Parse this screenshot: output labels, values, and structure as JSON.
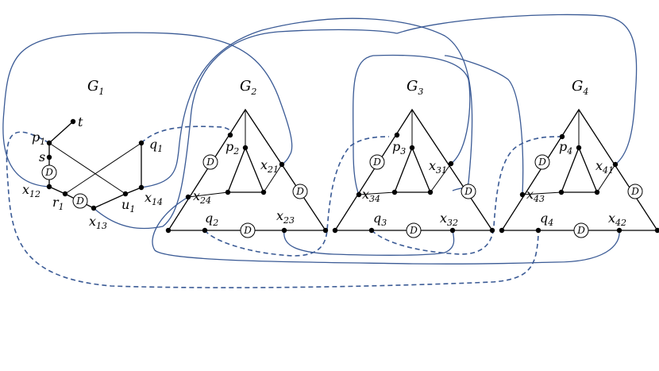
{
  "graphs": {
    "g1": {
      "name": "G",
      "sub": "1"
    },
    "g2": {
      "name": "G",
      "sub": "2"
    },
    "g3": {
      "name": "G",
      "sub": "3"
    },
    "g4": {
      "name": "G",
      "sub": "4"
    }
  },
  "vertex_labels": {
    "t": "t",
    "p1": {
      "name": "p",
      "sub": "1"
    },
    "s": "s",
    "x12": {
      "name": "x",
      "sub": "12"
    },
    "r1": {
      "name": "r",
      "sub": "1"
    },
    "x13": {
      "name": "x",
      "sub": "13"
    },
    "u1": {
      "name": "u",
      "sub": "1"
    },
    "x14": {
      "name": "x",
      "sub": "14"
    },
    "q1": {
      "name": "q",
      "sub": "1"
    },
    "p2": {
      "name": "p",
      "sub": "2"
    },
    "x21": {
      "name": "x",
      "sub": "21"
    },
    "x24": {
      "name": "x",
      "sub": "24"
    },
    "q2": {
      "name": "q",
      "sub": "2"
    },
    "x23": {
      "name": "x",
      "sub": "23"
    },
    "p3": {
      "name": "p",
      "sub": "3"
    },
    "x31": {
      "name": "x",
      "sub": "31"
    },
    "x34": {
      "name": "x",
      "sub": "34"
    },
    "q3": {
      "name": "q",
      "sub": "3"
    },
    "x32": {
      "name": "x",
      "sub": "32"
    },
    "p4": {
      "name": "p",
      "sub": "4"
    },
    "x41": {
      "name": "x",
      "sub": "41"
    },
    "x43": {
      "name": "x",
      "sub": "43"
    },
    "q4": {
      "name": "q",
      "sub": "4"
    },
    "x42": {
      "name": "x",
      "sub": "42"
    }
  },
  "d_marker": "D",
  "colors": {
    "connector": "#3a5a95",
    "edge": "#000000"
  }
}
